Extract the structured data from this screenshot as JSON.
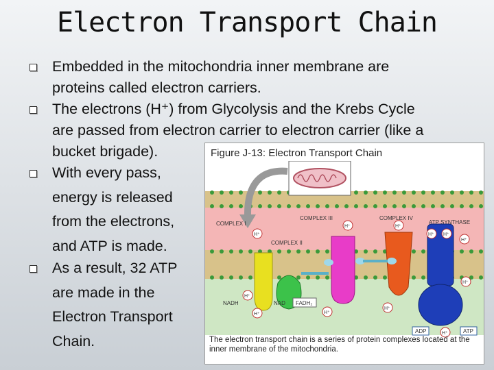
{
  "slide": {
    "title": "Electron Transport Chain",
    "bullets": [
      {
        "lines": [
          "Embedded in the mitochondria inner membrane are",
          "proteins called electron carriers."
        ]
      },
      {
        "lines": [
          "The electrons (H⁺) from Glycolysis and the Krebs Cycle",
          "are passed from electron carrier to electron carrier (like a",
          "bucket brigade)."
        ]
      },
      {
        "lines": [
          "With every pass,",
          "energy is released",
          "from the electrons,",
          "and ATP is made."
        ]
      },
      {
        "lines": [
          "As a result, 32 ATP",
          "are made in the",
          "Electron Transport",
          "Chain."
        ]
      }
    ]
  },
  "figure": {
    "title": "Figure J-13: Electron Transport Chain",
    "caption": "The electron transport chain is a series of protein complexes located at the inner membrane of the mitochondria.",
    "labels": {
      "complex_i": "COMPLEX I",
      "complex_ii": "COMPLEX II",
      "complex_iii": "COMPLEX III",
      "complex_iv": "COMPLEX IV",
      "atp_synthase": "ATP SYNTHASE",
      "nadh": "NADH",
      "nad": "NAD",
      "fadh2": "FADH₂",
      "h_plus": "H⁺",
      "adp": "ADP",
      "atp": "ATP"
    },
    "colors": {
      "intermembrane": "#f4b6b6",
      "matrix": "#cfe7c4",
      "membrane": "#d8c28a",
      "complex_i": "#e8e020",
      "complex_ii": "#3cc24a",
      "complex_iii": "#e83cc8",
      "complex_iv": "#e85a1e",
      "atp_synthase": "#1e3eb8"
    }
  }
}
